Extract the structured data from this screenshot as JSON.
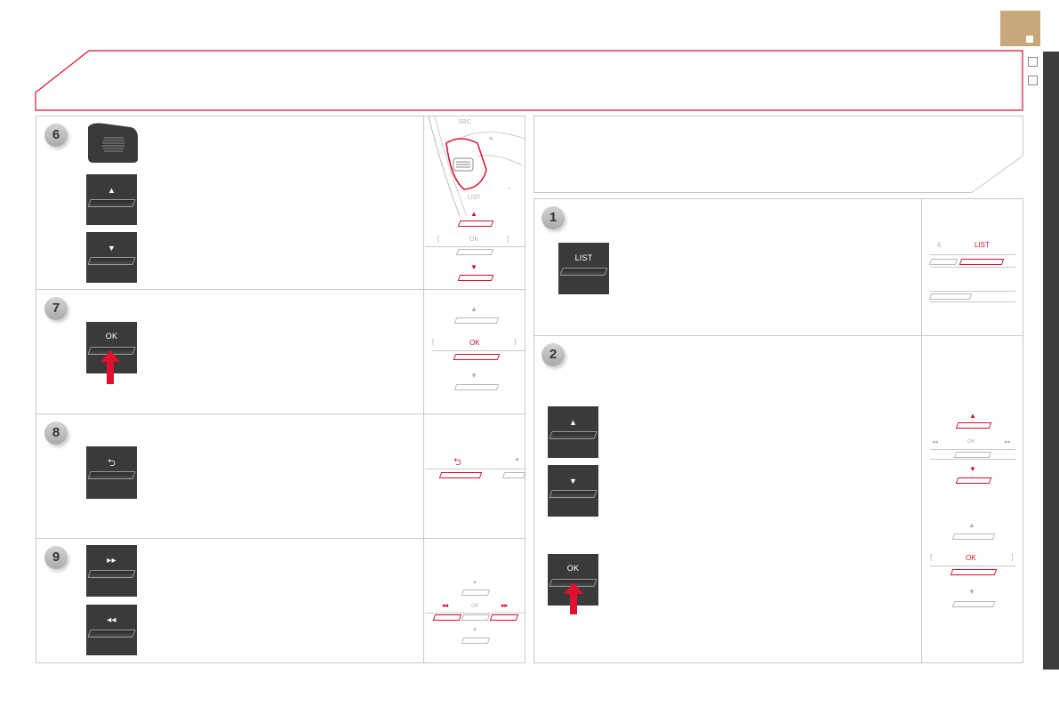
{
  "header": {
    "title": "",
    "tab_color": "#c6a87a"
  },
  "colors": {
    "accent": "#d5102c",
    "panel_border": "#c8c8c8",
    "sidebar": "#3d3d3d"
  },
  "left_steps": [
    {
      "number": "6"
    },
    {
      "number": "7"
    },
    {
      "number": "8"
    },
    {
      "number": "9"
    }
  ],
  "right_steps": [
    {
      "number": "1"
    },
    {
      "number": "2"
    }
  ],
  "keys": {
    "ok": "OK",
    "list": "LIST",
    "src": "SRC",
    "list_small": "LIST",
    "six": "6",
    "plus": "+",
    "minus": "-",
    "up": "▲",
    "down": "▼",
    "back": "⮌",
    "ffwd": "▸▸",
    "rew": "◂◂",
    "ffwd_small": "▸▸",
    "rew_small": "◂◂"
  }
}
